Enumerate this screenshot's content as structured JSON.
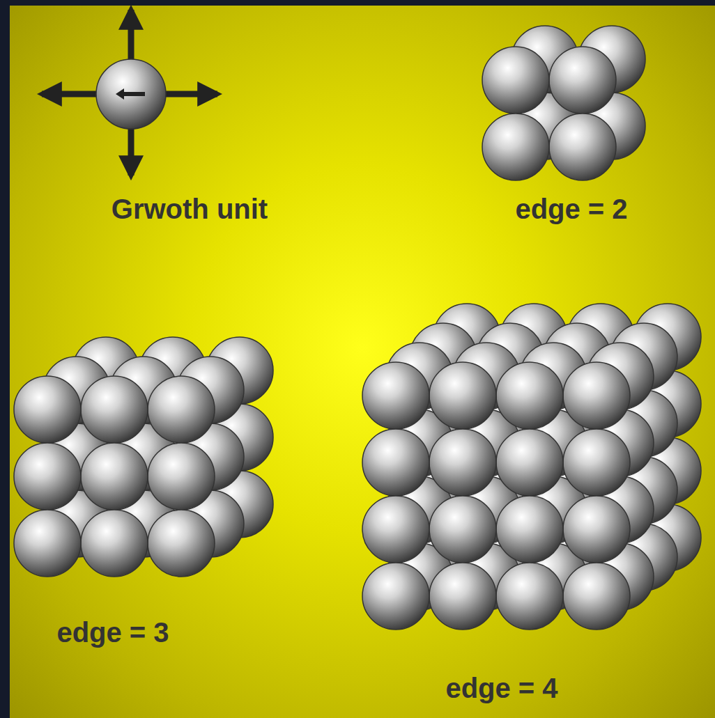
{
  "diagram": {
    "labels": [
      "Grwoth unit",
      "edge = 2",
      "edge = 3",
      "edge = 4"
    ]
  }
}
